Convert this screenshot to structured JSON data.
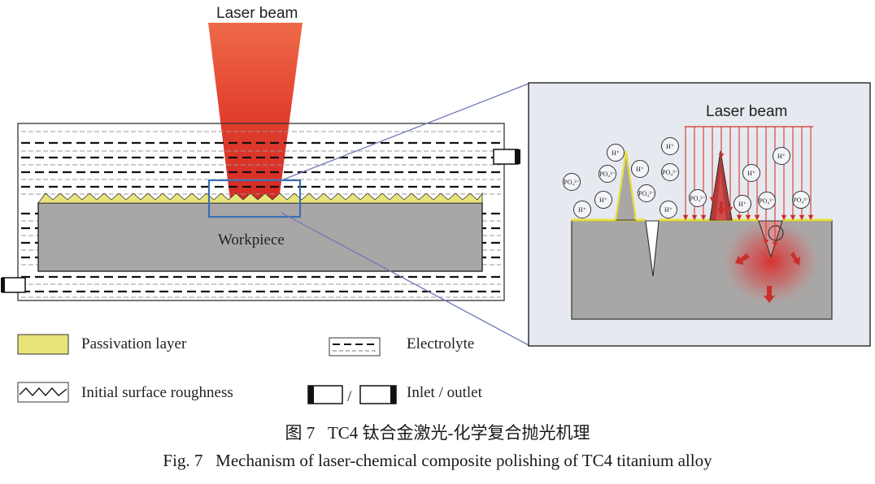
{
  "colors": {
    "laser": "#d9342b",
    "laser_light": "#ec5a3e",
    "passivation": "#e8e47a",
    "workpiece": "#a9a7a6",
    "workpiece_stroke": "#1a1a1a",
    "zoom_frame": "#3a6fb4",
    "inset_bg": "#e6e9ef",
    "connector": "#6f78b6",
    "arrow": "#c9302c"
  },
  "overview": {
    "laser_label": "Laser beam",
    "workpiece_label": "Workpiece"
  },
  "inset": {
    "laser_label": "Laser beam",
    "ions": [
      {
        "text": "H⁺"
      },
      {
        "text": "H⁺"
      },
      {
        "text": "H⁺"
      },
      {
        "text": "H⁺"
      },
      {
        "text": "H⁺"
      },
      {
        "text": "H⁺"
      },
      {
        "text": "H⁺"
      },
      {
        "text": "H⁺"
      },
      {
        "text": "H⁺"
      },
      {
        "text": "PO₄³⁻"
      },
      {
        "text": "PO₄³⁻"
      },
      {
        "text": "PO₄³⁻"
      },
      {
        "text": "PO₄³⁻"
      },
      {
        "text": "PO₄³⁻"
      },
      {
        "text": "PO₄³⁻"
      },
      {
        "text": "PO₄³⁻"
      }
    ]
  },
  "legend": {
    "passivation_label": "Passivation layer",
    "electrolyte_label": "Electrolyte",
    "roughness_label": "Initial surface roughness",
    "slash": "/",
    "inlet_outlet_label": "Inlet / outlet"
  },
  "caption": {
    "chinese": "图 7   TC4 钛合金激光-化学复合抛光机理",
    "english": "Fig. 7   Mechanism of laser-chemical composite polishing of TC4 titanium alloy"
  }
}
